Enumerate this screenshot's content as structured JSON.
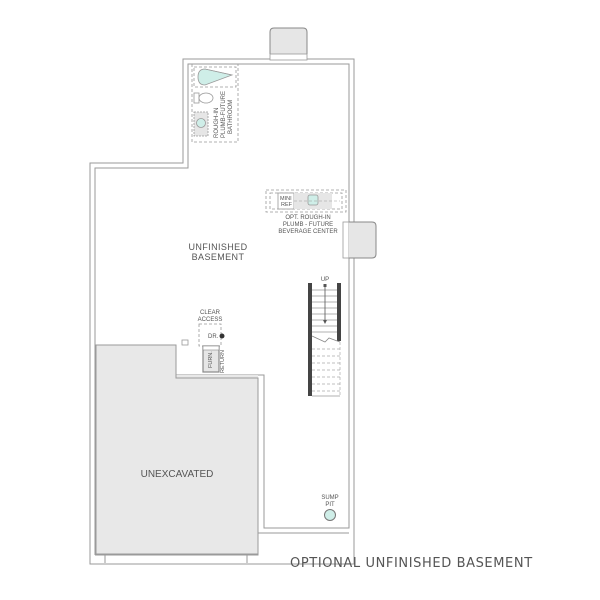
{
  "plan": {
    "title": "OPTIONAL UNFINISHED BASEMENT",
    "rooms": {
      "unfinished_basement": [
        "UNFINISHED",
        "BASEMENT"
      ],
      "unexcavated": "UNEXCAVATED"
    },
    "fixtures": {
      "bathroom_note": [
        "ROUGH-IN",
        "PLUMB-FUTURE",
        "BATHROOM"
      ],
      "mini_ref": [
        "MINI",
        "REF"
      ],
      "beverage_note": [
        "OPT. ROUGH-IN",
        "PLUMB - FUTURE",
        "BEVERAGE CENTER"
      ],
      "clear_access": [
        "CLEAR",
        "ACCESS"
      ],
      "dr": "DR.",
      "furn": "FURN.",
      "return": "RETURN",
      "stairs_up": "UP",
      "sump_pit": [
        "SUMP",
        "PIT"
      ]
    },
    "colors": {
      "wall": "#9a9a9a",
      "unexcavated_fill": "#e8e8e8",
      "fixture_fill": "#cfeee8",
      "window_fill": "#e6e6e6",
      "stair_rail": "#444444",
      "text": "#555555"
    }
  }
}
